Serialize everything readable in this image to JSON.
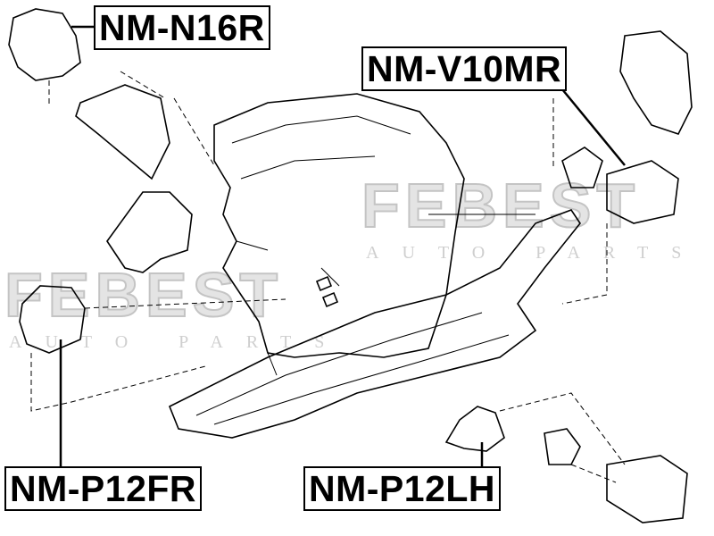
{
  "labels": {
    "top_left": "NM-N16R",
    "top_right": "NM-V10MR",
    "bottom_left": "NM-P12FR",
    "bottom_right": "NM-P12LH"
  },
  "watermark": {
    "brand": "FEBEST",
    "tagline": "AUTO PARTS"
  },
  "colors": {
    "line": "#000000",
    "watermark": "#d8d8d8"
  }
}
